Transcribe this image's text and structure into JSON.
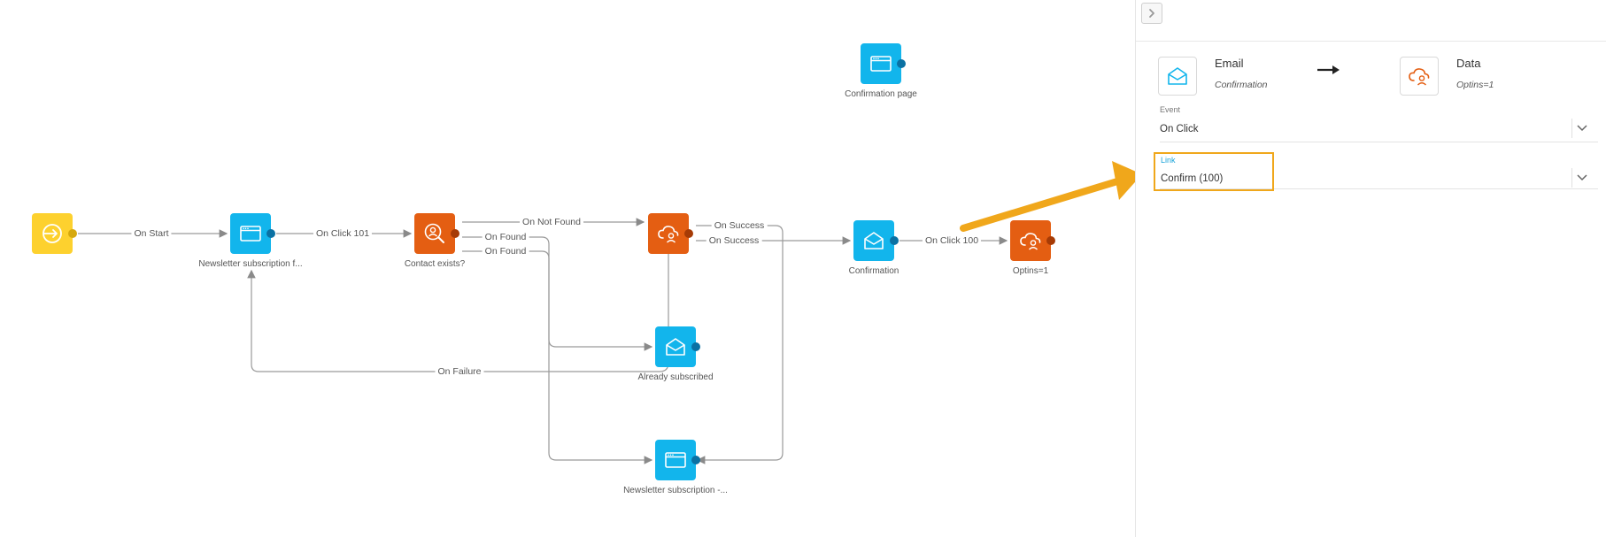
{
  "flow": {
    "nodes": {
      "start": {
        "icon": "start-arrow-icon",
        "label": ""
      },
      "newsletter_form": {
        "icon": "web-page-icon",
        "label": "Newsletter subscription f..."
      },
      "contact_exists": {
        "icon": "contact-search-icon",
        "label": "Contact exists?"
      },
      "cloud_data": {
        "icon": "cloud-contact-icon",
        "label": ""
      },
      "already_subscribed": {
        "icon": "email-icon",
        "label": "Already subscribed"
      },
      "newsletter_page": {
        "icon": "web-page-icon",
        "label": "Newsletter subscription -..."
      },
      "confirmation_page": {
        "icon": "web-page-icon",
        "label": "Confirmation page"
      },
      "confirmation": {
        "icon": "email-icon",
        "label": "Confirmation"
      },
      "optins": {
        "icon": "cloud-contact-icon",
        "label": "Optins=1"
      }
    },
    "edges": {
      "on_start": "On Start",
      "on_click_101": "On Click 101",
      "on_not_found": "On Not Found",
      "on_found_1": "On Found",
      "on_found_2": "On Found",
      "on_success_1": "On Success",
      "on_success_2": "On Success",
      "on_failure": "On Failure",
      "on_click_100": "On Click 100"
    }
  },
  "panel": {
    "source": {
      "title": "Email",
      "subtitle": "Confirmation",
      "icon": "email-icon"
    },
    "target": {
      "title": "Data",
      "subtitle": "Optins=1",
      "icon": "cloud-contact-icon"
    },
    "event": {
      "label": "Event",
      "value": "On Click"
    },
    "link": {
      "label": "Link",
      "value": "Confirm (100)"
    }
  },
  "colors": {
    "blue_node": "#12b5ec",
    "orange_node": "#e45e12",
    "yellow_node": "#fdd12e",
    "highlight": "#f0a71b",
    "link_label": "#1aa3d9"
  }
}
